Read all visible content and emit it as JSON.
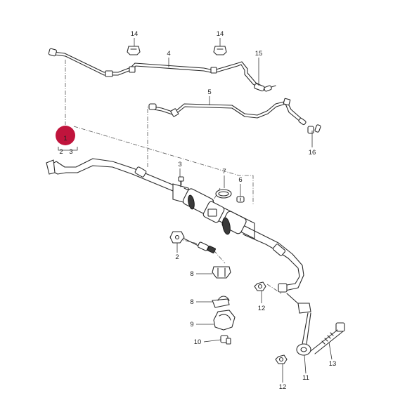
{
  "callouts": {
    "c1": "1",
    "c2a": "2",
    "c3": "3",
    "c2b": "2",
    "c3b": "3",
    "c4": "4",
    "c5": "5",
    "c6": "6",
    "c7": "7",
    "c8a": "8",
    "c8b": "8",
    "c9": "9",
    "c10": "10",
    "c11": "11",
    "c12a": "12",
    "c12b": "12",
    "c13": "13",
    "c14a": "14",
    "c14b": "14",
    "c15": "15",
    "c16": "16"
  },
  "colors": {
    "highlight_marker": "#c0143c"
  }
}
